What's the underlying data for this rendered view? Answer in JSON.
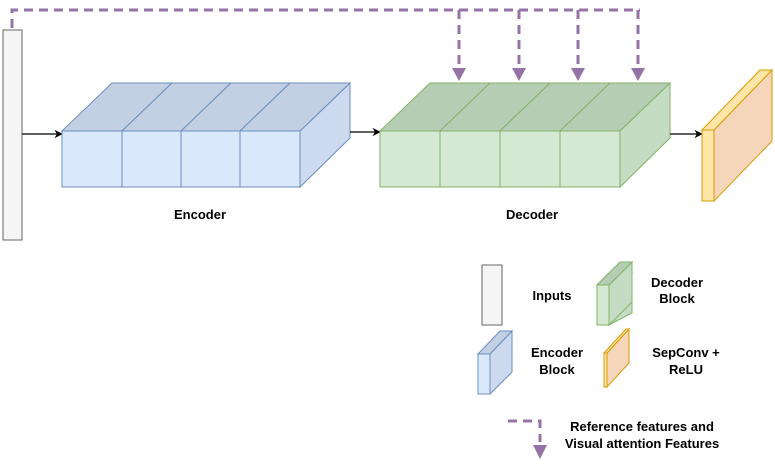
{
  "labels": {
    "encoder": "Encoder",
    "decoder": "Decoder"
  },
  "legend": {
    "inputs": "Inputs",
    "decoder_block": [
      "Decoder",
      "Block"
    ],
    "encoder_block": [
      "Encoder",
      "Block"
    ],
    "sepconv_relu": [
      "SepConv +",
      "ReLU"
    ],
    "reference_features": [
      "Reference features and",
      "Visual attention Features"
    ]
  },
  "colors": {
    "input_fill": "#f5f5f5",
    "input_stroke": "#666666",
    "encoder_front": "#dae8fc",
    "encoder_top": "#c3d0e4",
    "encoder_side": "#ccd9ee",
    "encoder_stroke": "#6c8ebf",
    "decoder_front": "#d5e8d4",
    "decoder_top": "#b6cdb5",
    "decoder_side": "#c5dcc4",
    "decoder_stroke": "#82b366",
    "output_front": "#f5d6bb",
    "output_side": "#ffe6a8",
    "output_stroke": "#d79b00",
    "attention_arrow": "#9673a6"
  }
}
